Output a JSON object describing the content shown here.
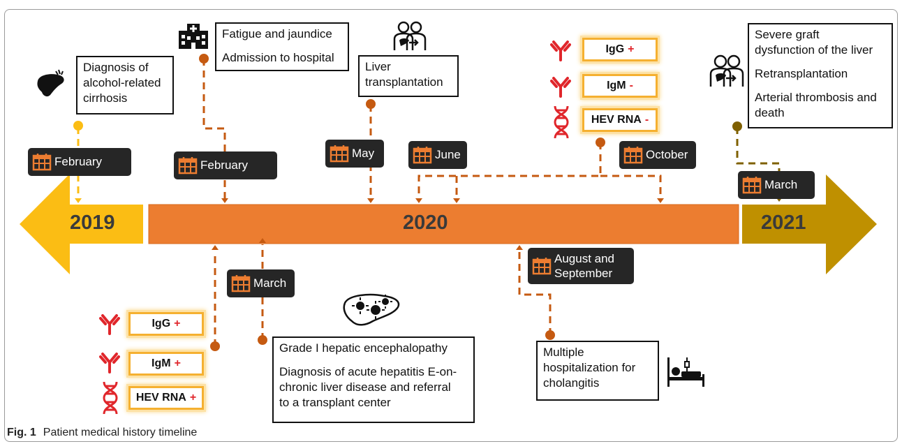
{
  "years": {
    "y2019": "2019",
    "y2020": "2020",
    "y2021": "2021"
  },
  "colors": {
    "y2019": "#fbbd14",
    "y2020": "#ec7d30",
    "y2021": "#bf9000",
    "connector": "#c55a11",
    "dateBadge": "#262626",
    "signRed": "#e0262b"
  },
  "events": {
    "diagnosis_2019": {
      "line1": "Diagnosis of",
      "line2": "alcohol-related",
      "line3": "cirrhosis",
      "icon": "liver-icon"
    },
    "admission": {
      "line1": "Fatigue and jaundice",
      "line2": "Admission to hospital",
      "icon": "hospital-icon"
    },
    "transplant": {
      "line1": "Liver",
      "line2": "transplantation",
      "icon": "liver-transplant-icon"
    },
    "graft": {
      "line1": "Severe graft",
      "line2": "dysfunction of the liver",
      "line3": "Retransplantation",
      "line4": "Arterial thrombosis and",
      "line5": "death",
      "icon": "liver-transplant-icon"
    },
    "encephalopathy": {
      "line1": "Grade I hepatic encephalopathy",
      "line2": "Diagnosis of acute hepatitis E-on-",
      "line3": "chronic liver disease and referral",
      "line4": "to a transplant center",
      "icon": "infected-liver-icon"
    },
    "cholangitis": {
      "line1": "Multiple",
      "line2": "hospitalization for",
      "line3": "cholangitis",
      "icon": "hospital-bed-icon"
    }
  },
  "dates": {
    "feb2019": "February",
    "feb2020": "February",
    "may": "May",
    "june": "June",
    "october": "October",
    "march2021": "March",
    "march2020": "March",
    "augsep_line1": "August and",
    "augsep_line2": "September"
  },
  "tests_october": [
    {
      "label": "IgG",
      "sign": "+",
      "icon": "antibody-icon"
    },
    {
      "label": "IgM",
      "sign": "-",
      "icon": "antibody-icon"
    },
    {
      "label": "HEV RNA",
      "sign": "-",
      "icon": "dna-icon"
    }
  ],
  "tests_march": [
    {
      "label": "IgG",
      "sign": "+",
      "icon": "antibody-icon"
    },
    {
      "label": "IgM",
      "sign": "+",
      "icon": "antibody-icon"
    },
    {
      "label": "HEV RNA",
      "sign": "+",
      "icon": "dna-icon"
    }
  ],
  "caption": {
    "label": "Fig. 1",
    "text": "Patient medical history timeline"
  }
}
